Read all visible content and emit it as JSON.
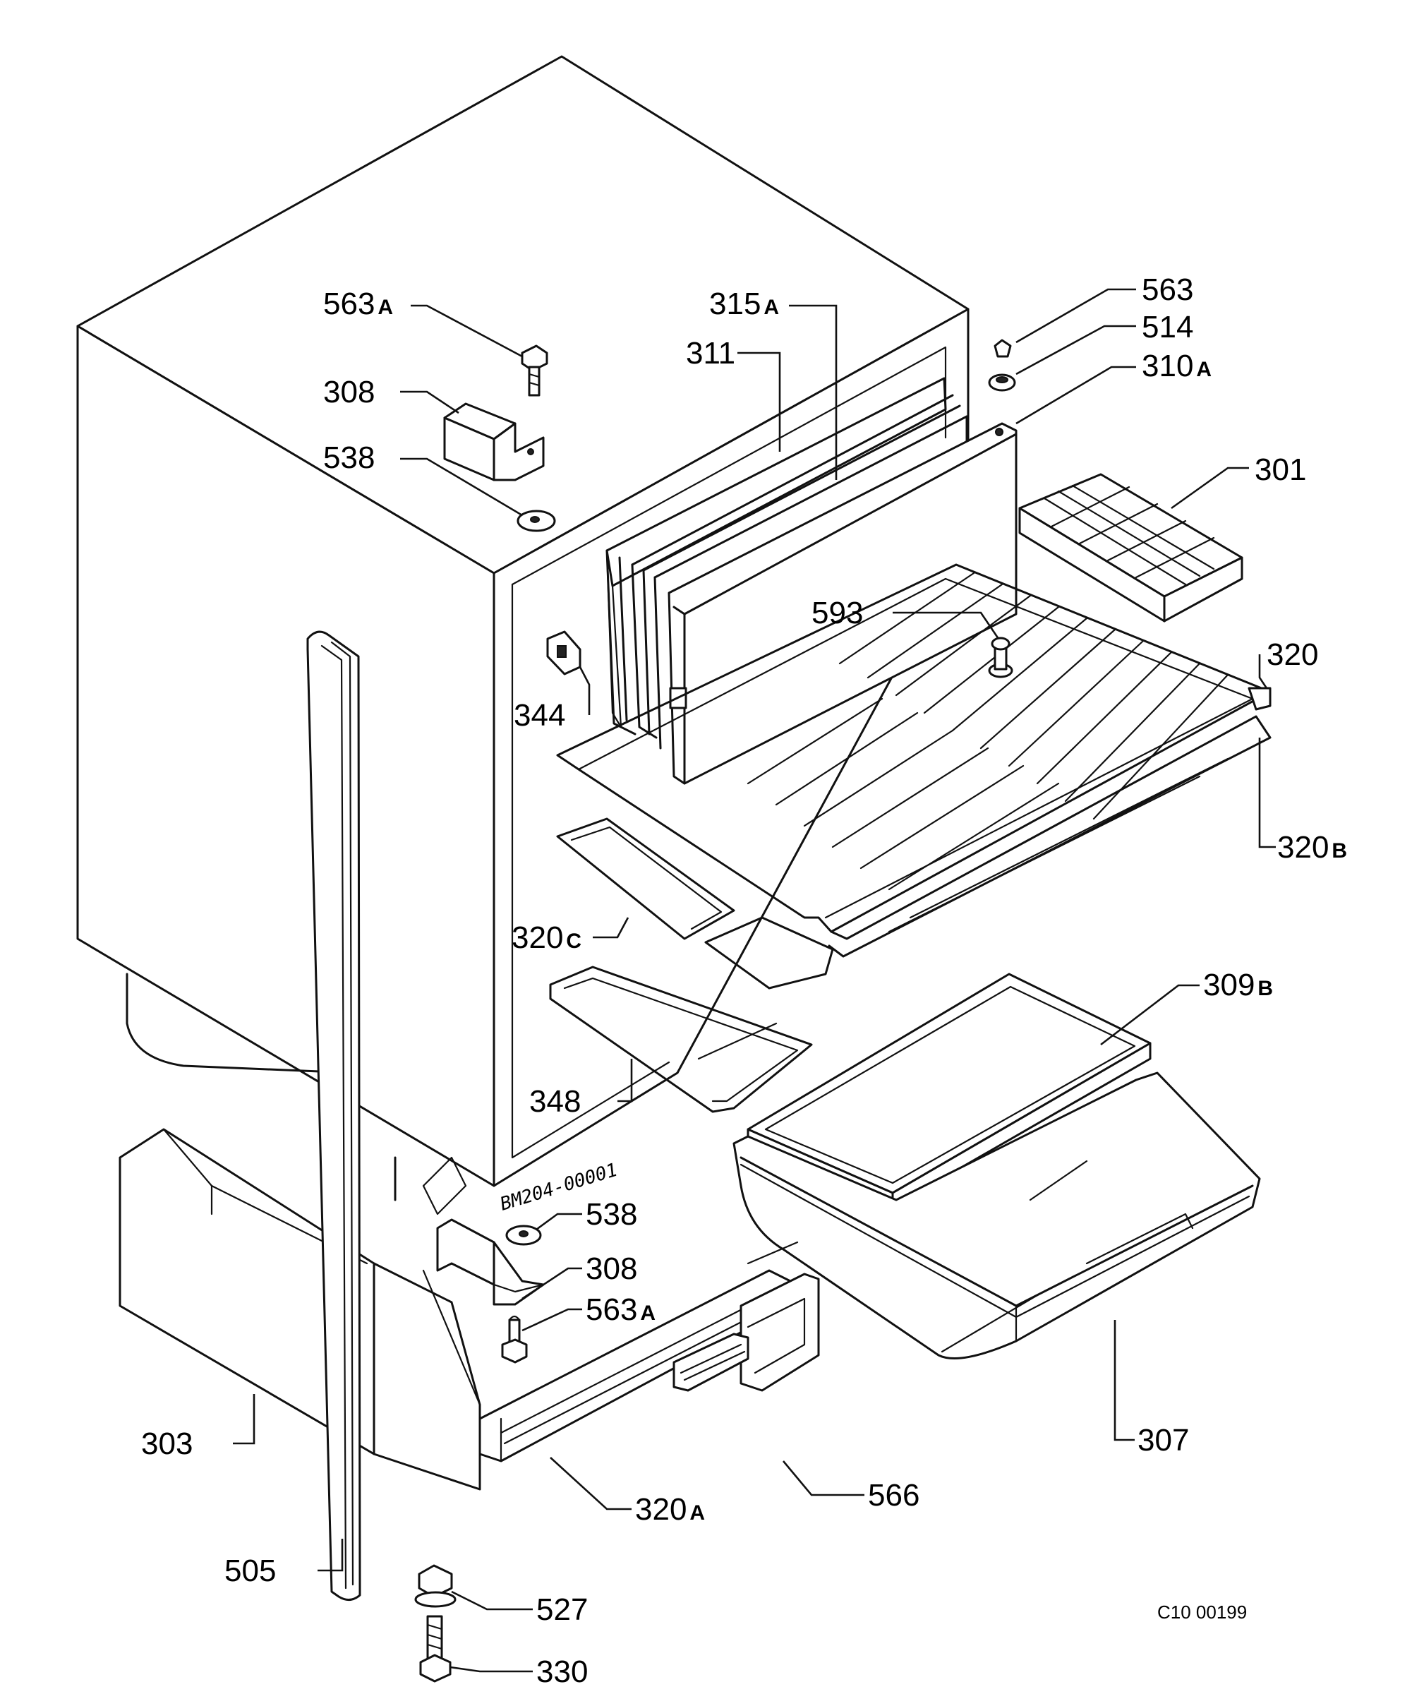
{
  "drawing": {
    "handwritten_code": "BM204-00001",
    "drawing_code": "C10 00199"
  },
  "parts": [
    {
      "id": "p563a_top",
      "number": "563",
      "suffix": "A"
    },
    {
      "id": "p308_top",
      "number": "308",
      "suffix": ""
    },
    {
      "id": "p538_top",
      "number": "538",
      "suffix": ""
    },
    {
      "id": "p315a",
      "number": "315",
      "suffix": "A"
    },
    {
      "id": "p311",
      "number": "311",
      "suffix": ""
    },
    {
      "id": "p563",
      "number": "563",
      "suffix": ""
    },
    {
      "id": "p514",
      "number": "514",
      "suffix": ""
    },
    {
      "id": "p310a",
      "number": "310",
      "suffix": "A"
    },
    {
      "id": "p301",
      "number": "301",
      "suffix": ""
    },
    {
      "id": "p593",
      "number": "593",
      "suffix": ""
    },
    {
      "id": "p320",
      "number": "320",
      "suffix": ""
    },
    {
      "id": "p344",
      "number": "344",
      "suffix": ""
    },
    {
      "id": "p320b",
      "number": "320",
      "suffix": "B"
    },
    {
      "id": "p320c",
      "number": "320",
      "suffix": "C"
    },
    {
      "id": "p309b",
      "number": "309",
      "suffix": "B"
    },
    {
      "id": "p348",
      "number": "348",
      "suffix": ""
    },
    {
      "id": "p538_bot",
      "number": "538",
      "suffix": ""
    },
    {
      "id": "p308_bot",
      "number": "308",
      "suffix": ""
    },
    {
      "id": "p563a_bot",
      "number": "563",
      "suffix": "A"
    },
    {
      "id": "p307",
      "number": "307",
      "suffix": ""
    },
    {
      "id": "p303",
      "number": "303",
      "suffix": ""
    },
    {
      "id": "p566",
      "number": "566",
      "suffix": ""
    },
    {
      "id": "p320a",
      "number": "320",
      "suffix": "A"
    },
    {
      "id": "p505",
      "number": "505",
      "suffix": ""
    },
    {
      "id": "p527",
      "number": "527",
      "suffix": ""
    },
    {
      "id": "p330",
      "number": "330",
      "suffix": ""
    }
  ]
}
